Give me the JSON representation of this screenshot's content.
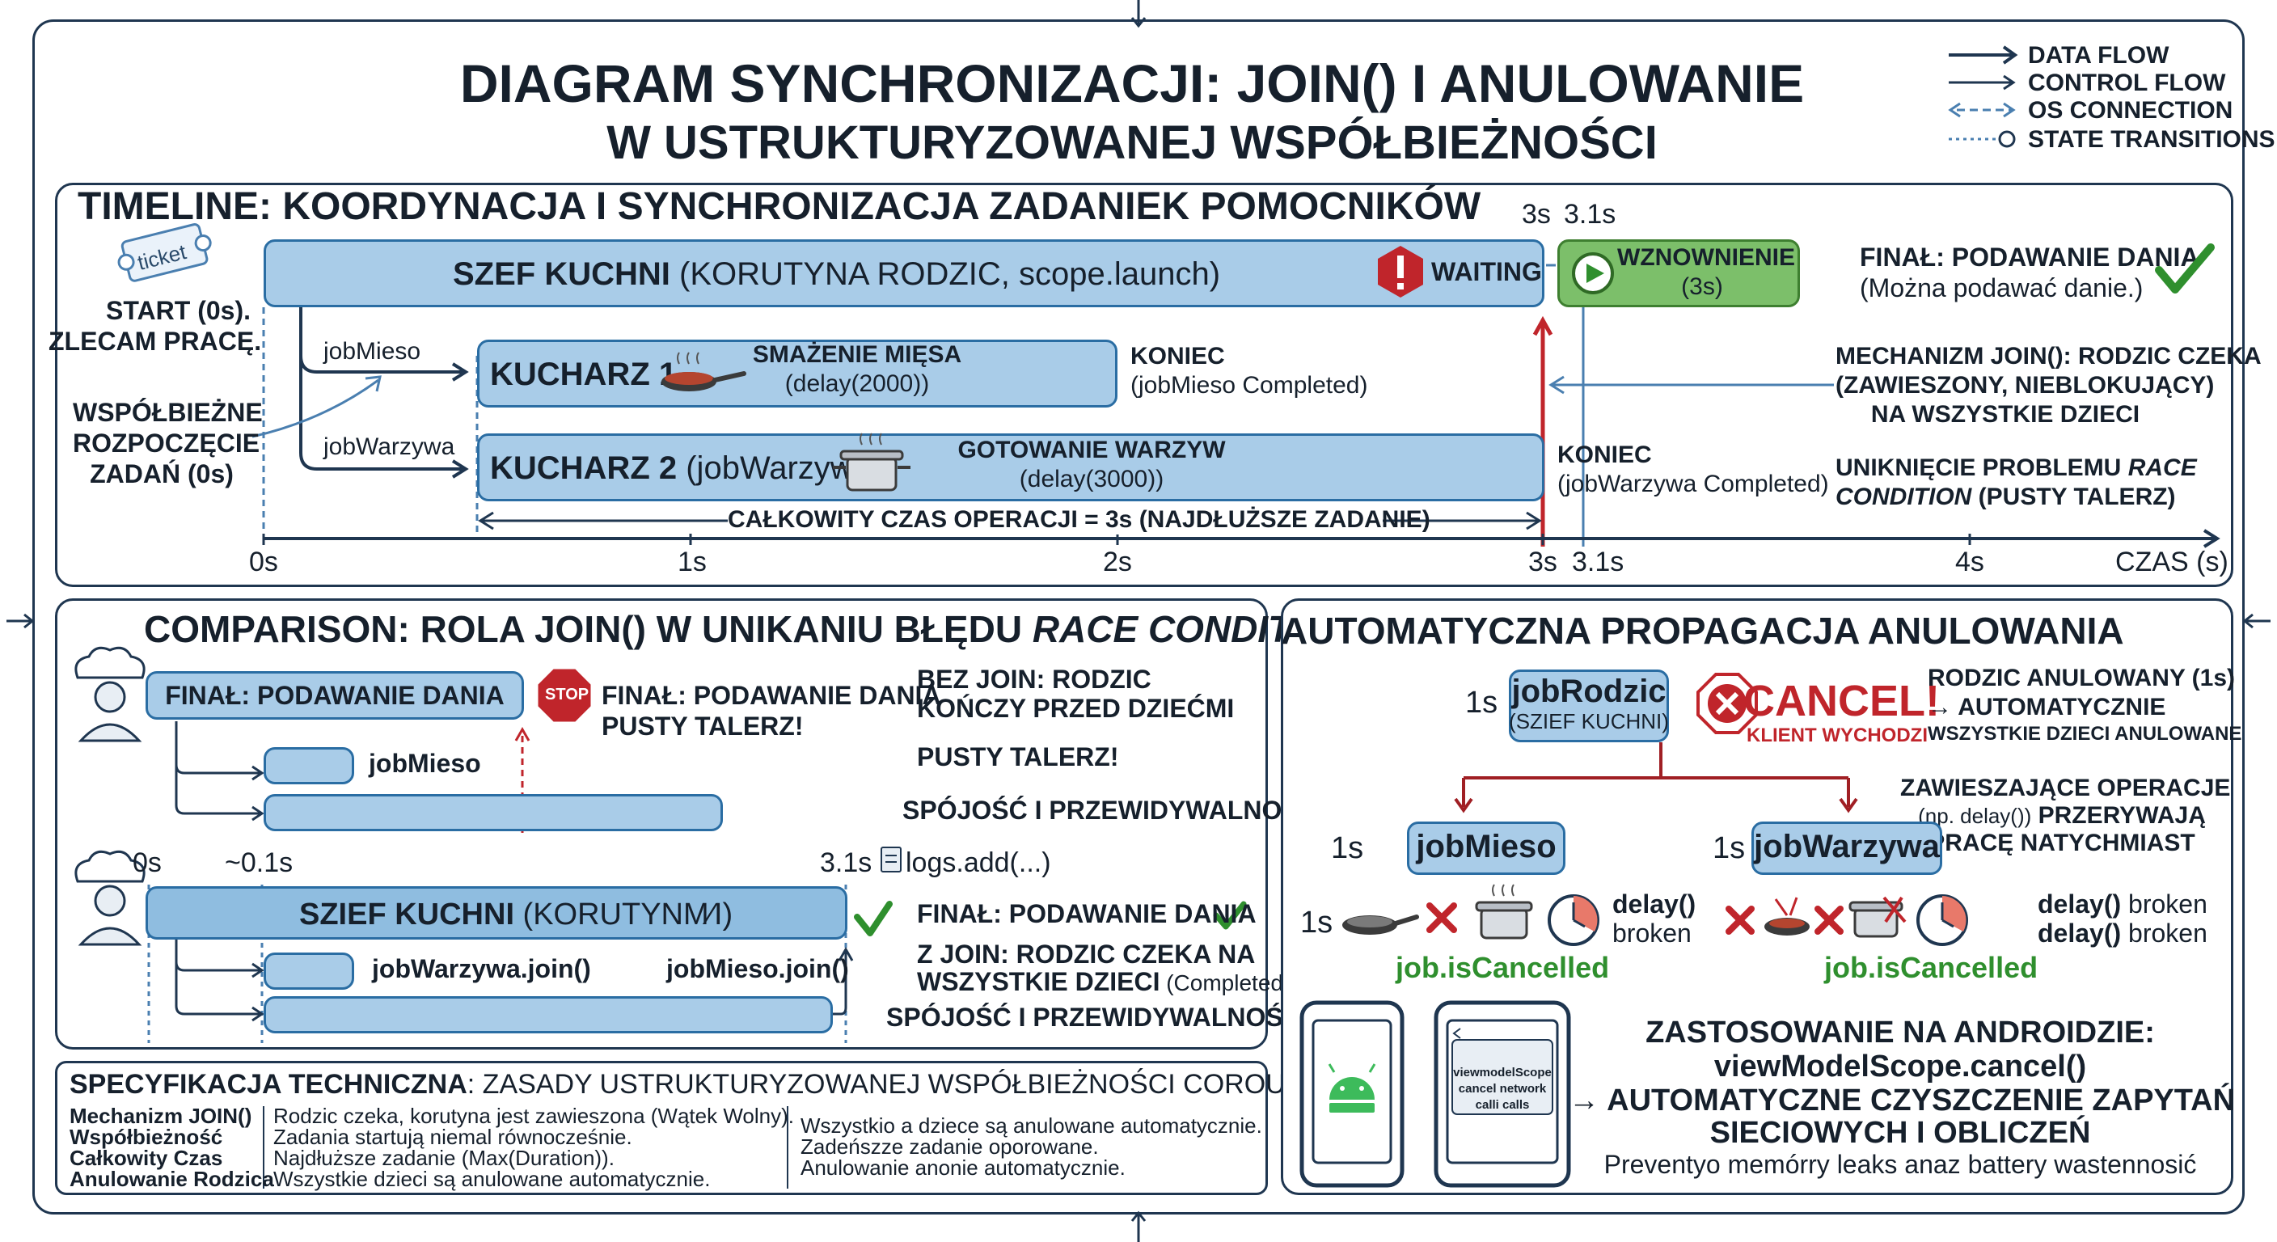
{
  "title": {
    "line1": "DIAGRAM SYNCHRONIZACJI: JOIN() I ANULOWANIE",
    "line2": "W USTRUKTURYZOWANEJ WSPÓŁBIEŻNOŚCI"
  },
  "legend": {
    "data_flow": "DATA FLOW",
    "control_flow": "CONTROL FLOW",
    "os_connection": "OS CONNECTION",
    "state_transitions": "STATE TRANSITIONS"
  },
  "timeline": {
    "heading": "TIMELINE: KOORDYNACJA I SYNCHRONIZACJA ZADANIEK POMOCNIKÓW",
    "ticket": "ticket",
    "start": "START (0s).",
    "start2": "ZLECAM PRACĘ.",
    "concurrent1": "WSPÓŁBIEŻNE",
    "concurrent2": "ROZPOCZĘCIE",
    "concurrent3": "ZADAŃ (0s)",
    "chef_bold": "SZEF KUCHNI",
    "chef_rest": " (KORUTYNA RODZIC, scope.launch)",
    "waiting": "WAITING",
    "resume": "WZNOWNIENIE",
    "resume_time": "(3s)",
    "final_title": "FINAŁ: PODAWANIE DANIA",
    "final_sub": "(Można podawać danie.)",
    "job_mieso": "jobMieso",
    "job_warzywa": "jobWarzywa",
    "cook1": "KUCHARZ 1",
    "cook1_task": "SMAŻENIE MIĘSA",
    "cook1_delay": "(delay(2000))",
    "cook1_end": "KONIEC",
    "cook1_end2": "(jobMieso Completed)",
    "cook2": "KUCHARZ 2",
    "cook2_rest": " (jobWarzywa)",
    "cook2_task": "GOTOWANIE WARZYW",
    "cook2_delay": "(delay(3000))",
    "cook2_end": "KONIEC",
    "cook2_end2": "(jobWarzywa Completed)",
    "total": "CAŁKOWITY CZAS OPERACJI = 3s (NAJDŁUŻSZE ZADANIE)",
    "mech1": "MECHANIZM JOIN(): RODZIC CZEKA",
    "mech2": "(ZAWIESZONY, NIEBLOKUJĄCY)",
    "mech3": "NA WSZYSTKIE DZIECI",
    "race1": "UNIKNIĘCIE PROBLEMU",
    "race1b": "RACE",
    "race2": "CONDITION",
    "race2b": " (PUSTY TALERZ)",
    "mark_3s": "3s",
    "mark_31s": "3.1s",
    "axis": [
      "0s",
      "1s",
      "2s",
      "3s",
      "3.1s",
      "4s"
    ],
    "axis_label": "CZAS (s)"
  },
  "comparison": {
    "heading": "COMPARISON: ROLA JOIN() W UNIKANIU BŁĘDU ",
    "heading_italic": "RACE CONDITION",
    "bar1": "FINAŁ: PODAWANIE DANIA",
    "stop": "STOP",
    "wrong1": "FINAŁ: PODAWANIE DANIA",
    "wrong2": "PUSTY TALERZ!",
    "nojoin1": "BEZ JOIN: RODZIC",
    "nojoin2": "KOŃCZY PRZED DZIEĆMI",
    "empty": "PUSTY TALERZ!",
    "consistency": "SPÓJOŚĆ I PRZEWIDYWALNOŚĆ",
    "job_mieso": "jobMieso",
    "t0": "0s",
    "t01": "~0.1s",
    "t31": "3.1s",
    "logs": "logs.add(...)",
    "chef_bold": "SZIEF KUCHNI",
    "chef_rest": " (KORUTYNM∕I)",
    "final_ok": "FINAŁ: PODAWANIE DANIA",
    "join_warzywa": "jobWarzywa.join()",
    "join_mieso": "jobMieso.join()",
    "withjoin1": "Z JOIN: RODZIC CZEKA NA",
    "withjoin2": "WSZYSTKIE DZIECI",
    "withjoin2b": " (Completed)",
    "consistency2": "SPÓJOŚĆ I PRZEWIDYWALNOŚĆ"
  },
  "spec": {
    "heading_bold": "SPECYFIKACJA TECHNICZNA",
    "heading_rest": ": ZASADY USTRUKTURYZOWANEJ WSPÓŁBIEŻNOŚCI COROUTINES",
    "rows": [
      {
        "key": "Mechanizm JOIN()",
        "val": "Rodzic czeka, korutyna jest zawieszona (Wątek Wolny)."
      },
      {
        "key": "Współbieżność",
        "val": "Zadania startują niemal równocześnie."
      },
      {
        "key": "Całkowity Czas",
        "val": "Najdłuższe zadanie (Max(Duration))."
      },
      {
        "key": "Anulowanie Rodzica",
        "val": "Wszystkie dzieci są anulowane automatycznie."
      }
    ],
    "extra": [
      "Wszystkio a dziece są anulowane automatycznie.",
      "Zadeńszze zadanie oporowane.",
      "Anulowanie anonie automatycznie."
    ]
  },
  "cancel": {
    "heading": "AUTOMATYCZNA PROPAGACJA ANULOWANIA",
    "t_parent": "1s",
    "parent": "jobRodzic",
    "parent_sub": "(SZIEF KUCHNI)",
    "cancel": "CANCEL!",
    "cancel_sub": "KLIENT WYCHODZI",
    "desc1": "RODZIC ANULOWANY (1s)",
    "desc2": "→ AUTOMATYCZNIE",
    "desc3": "WSZYSTKIE DZIECI ANULOWANE",
    "susp1": "ZAWIESZAJĄCE OPERACJE",
    "susp2a": "(np. delay())",
    "susp2b": " PRZERYWAJĄ",
    "susp3": "PRACĘ NATYCHMIAST",
    "t_mieso": "1s",
    "child1": "jobMieso",
    "t_warzywa": "1s",
    "child2": "jobWarzywa",
    "t_row": "1s",
    "delay_bold": "delay()",
    "broken": "broken",
    "cancelled1": "job.isCancelled",
    "cancelled2": "job.isCancelled",
    "phone_line1": "viewmodelScope",
    "phone_line2": "cancel network",
    "phone_line3": "calli calls",
    "android1": "ZASTOSOWANIE NA ANDROIDZIE:",
    "android2": "viewModelScope.cancel()",
    "android3": "→ AUTOMATYCZNE CZYSZCZENIE ZAPYTAŃ",
    "android4": "SIECIOWYCH I OBLICZEŃ",
    "android5": "Preventyo memórry leaks anaz battery wastennosić"
  }
}
